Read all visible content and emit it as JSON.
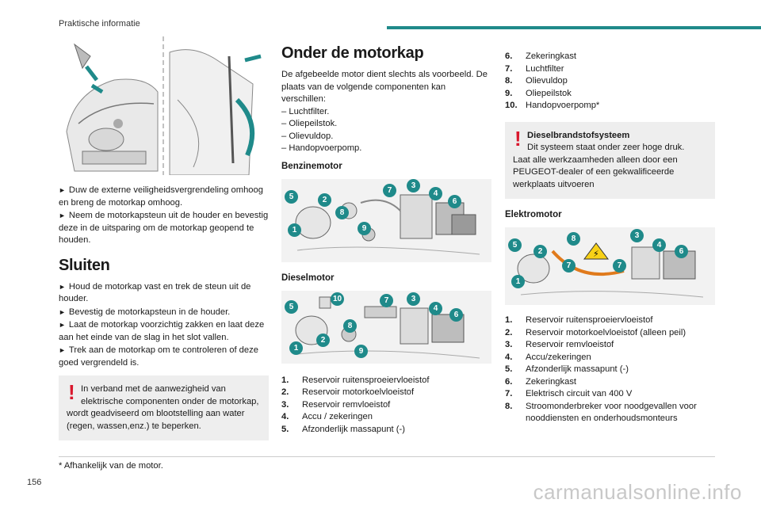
{
  "header": {
    "section_title": "Praktische informatie",
    "accent_color": "#1f8a8a"
  },
  "left": {
    "opening_steps": [
      "Duw de externe veiligheidsvergrendeling omhoog en breng de motorkap omhoog.",
      "Neem de motorkapsteun uit de houder en bevestig deze in de uitsparing om de motorkap geopend te houden."
    ],
    "closing_title": "Sluiten",
    "closing_steps": [
      "Houd de motorkap vast en trek de steun uit de houder.",
      "Bevestig de motorkapsteun in de houder.",
      "Laat de motorkap voorzichtig zakken en laat deze aan het einde van de slag in het slot vallen.",
      "Trek aan de motorkap om te controleren of deze goed vergrendeld is."
    ],
    "warning_text_indent": "In verband met de aanwezigheid van elektrische componenten onder de motorkap,",
    "warning_text_rest": "wordt geadviseerd om blootstelling aan water (regen, wassen,enz.) te beperken."
  },
  "middle": {
    "title": "Onder de motorkap",
    "intro": "De afgebeelde motor dient slechts als voorbeeld. De plaats van de volgende componenten kan verschillen:",
    "variants": [
      "Luchtfilter.",
      "Oliepeilstok.",
      "Olievuldop.",
      "Handopvoerpomp."
    ],
    "petrol_title": "Benzinemotor",
    "diesel_title": "Dieselmotor",
    "petrol_badges": [
      "5",
      "2",
      "8",
      "1",
      "9",
      "7",
      "3",
      "4",
      "6"
    ],
    "diesel_badges": [
      "5",
      "10",
      "7",
      "3",
      "4",
      "6",
      "8",
      "1",
      "2",
      "9"
    ],
    "legend": [
      {
        "num": "1.",
        "text": "Reservoir ruitensproeiervloeistof"
      },
      {
        "num": "2.",
        "text": "Reservoir motorkoelvloeistof"
      },
      {
        "num": "3.",
        "text": "Reservoir remvloeistof"
      },
      {
        "num": "4.",
        "text": "Accu / zekeringen"
      },
      {
        "num": "5.",
        "text": "Afzonderlijk massapunt (-)"
      }
    ]
  },
  "right": {
    "legend_cont": [
      {
        "num": "6.",
        "text": "Zekeringkast"
      },
      {
        "num": "7.",
        "text": "Luchtfilter"
      },
      {
        "num": "8.",
        "text": "Olievuldop"
      },
      {
        "num": "9.",
        "text": "Oliepeilstok"
      },
      {
        "num": "10.",
        "text": "Handopvoerpomp*"
      }
    ],
    "warning_title": "Dieselbrandstofsysteem",
    "warning_line1": "Dit systeem staat onder zeer hoge druk.",
    "warning_rest": "Laat alle werkzaamheden alleen door een PEUGEOT-dealer of een gekwalificeerde werkplaats uitvoeren",
    "electric_title": "Elektromotor",
    "electric_badges": [
      "5",
      "2",
      "8",
      "3",
      "4",
      "6",
      "7",
      "7",
      "1"
    ],
    "electric_legend": [
      {
        "num": "1.",
        "text": "Reservoir ruitensproeiervloeistof"
      },
      {
        "num": "2.",
        "text": "Reservoir motorkoelvloeistof (alleen peil)"
      },
      {
        "num": "3.",
        "text": "Reservoir remvloeistof"
      },
      {
        "num": "4.",
        "text": "Accu/zekeringen"
      },
      {
        "num": "5.",
        "text": "Afzonderlijk massapunt (-)"
      },
      {
        "num": "6.",
        "text": "Zekeringkast"
      },
      {
        "num": "7.",
        "text": "Elektrisch circuit van 400 V"
      },
      {
        "num": "8.",
        "text": "Stroomonderbreker voor noodgevallen voor nooddiensten en onderhoudsmonteurs"
      }
    ]
  },
  "footnote": "* Afhankelijk van de motor.",
  "page_number": "156",
  "watermark": "carmanualsonline.info"
}
